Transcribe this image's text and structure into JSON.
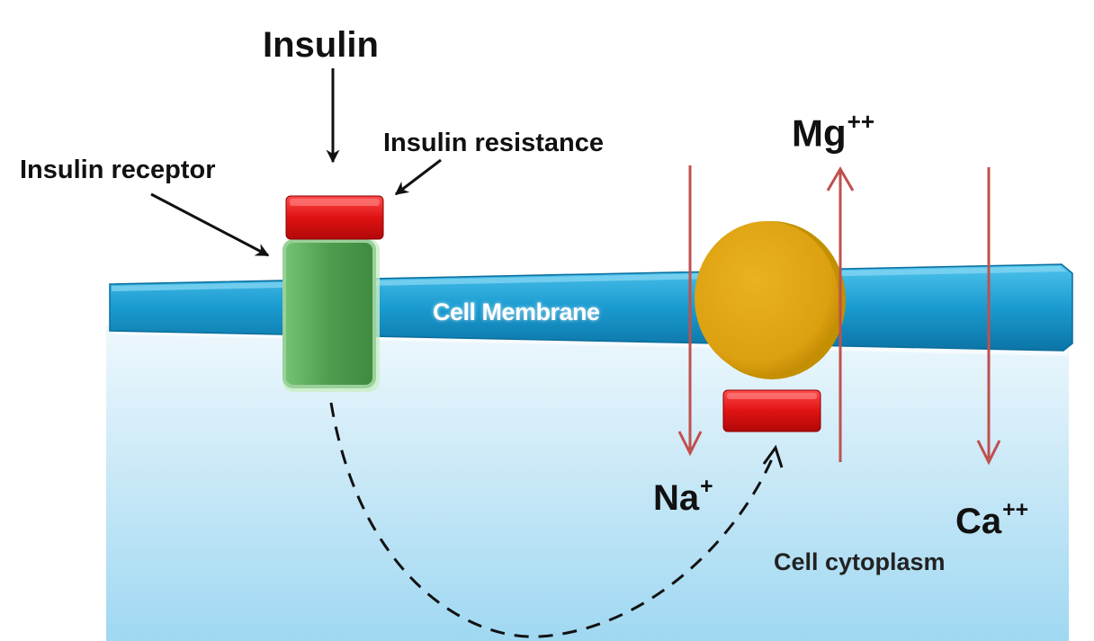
{
  "labels": {
    "insulin": "Insulin",
    "insulin_receptor": "Insulin receptor",
    "insulin_resistance": "Insulin resistance",
    "cell_membrane": "Cell Membrane",
    "cell_cytoplasm": "Cell cytoplasm",
    "mg": {
      "symbol": "Mg",
      "charge": "++"
    },
    "na": {
      "symbol": "Na",
      "charge": "+"
    },
    "ca": {
      "symbol": "Ca",
      "charge": "++"
    }
  },
  "colors": {
    "membrane": "#1f9ed0",
    "cytoplasm": "#a8ddf3",
    "receptor": "#5aaa5a",
    "insulin_block": "#e01010",
    "pump": "#e0a800",
    "ion_arrow": "#c0504d"
  }
}
